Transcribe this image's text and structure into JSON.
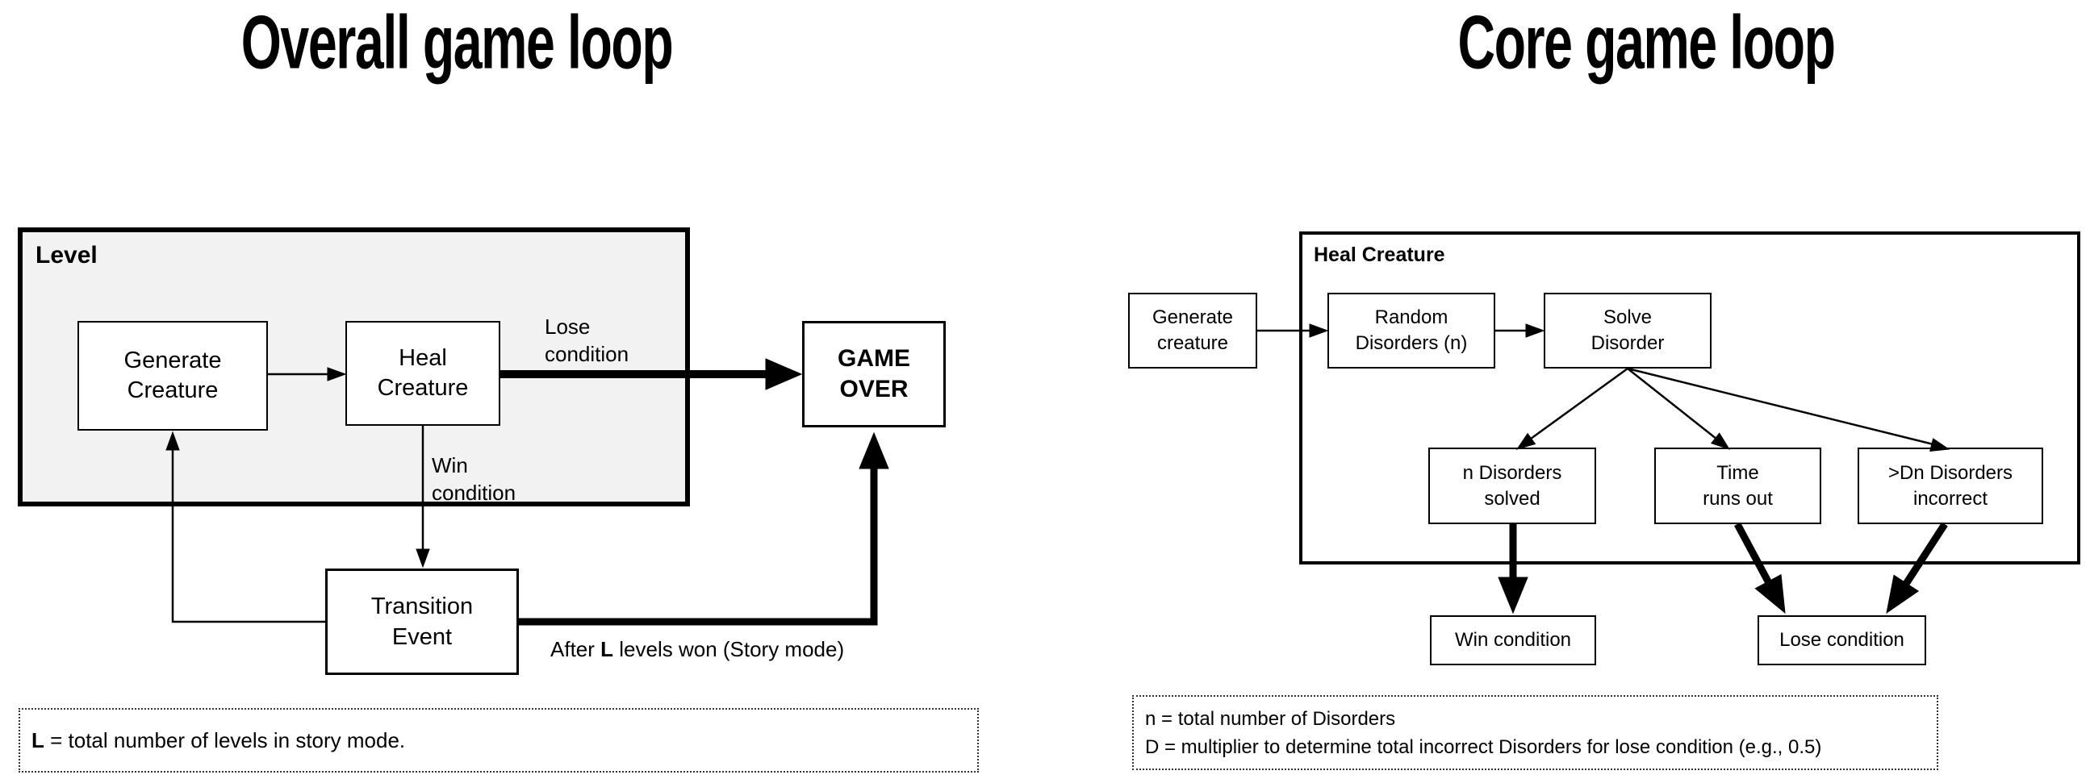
{
  "left": {
    "title": "Overall game loop",
    "container_label": "Level",
    "generate_creature": "Generate\nCreature",
    "heal_creature": "Heal\nCreature",
    "game_over": "GAME\nOVER",
    "transition_event": "Transition\nEvent",
    "lose_condition": "Lose\ncondition",
    "win_condition": "Win\ncondition",
    "after_prefix": "After ",
    "after_bold": "L",
    "after_suffix": " levels won (Story mode)",
    "legend_bold": "L",
    "legend_rest": " = total number of levels in story mode."
  },
  "right": {
    "title": "Core game loop",
    "container_label": "Heal Creature",
    "generate_creature": "Generate\ncreature",
    "random_disorders": "Random\nDisorders (n)",
    "solve_disorder": "Solve\nDisorder",
    "n_disorders_solved": "n Disorders\nsolved",
    "time_runs_out": "Time\nruns out",
    "dn_disorders_incorrect": ">Dn Disorders\nincorrect",
    "win_condition": "Win condition",
    "lose_condition": "Lose condition",
    "legend_line1": "n = total number of Disorders",
    "legend_line2": "D = multiplier to determine total incorrect Disorders for lose condition (e.g., 0.5)"
  },
  "colors": {
    "ink": "#000000",
    "level_fill": "#f2f2f2",
    "background": "#ffffff"
  }
}
